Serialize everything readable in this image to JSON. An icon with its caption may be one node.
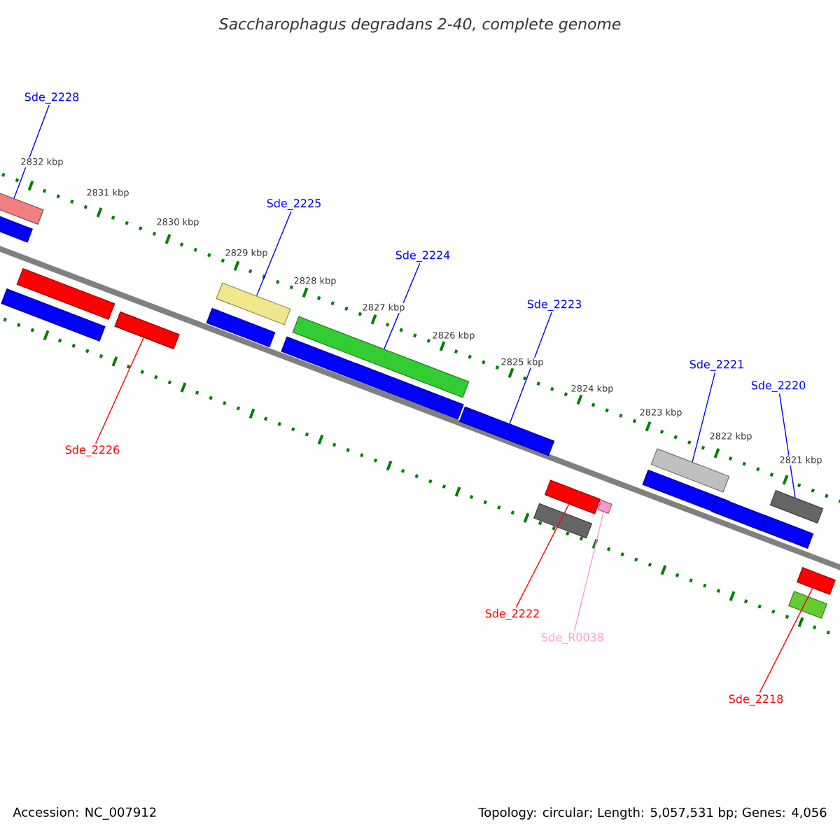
{
  "diagram": {
    "title": "Saccharophagus degradans 2-40, complete genome",
    "nodes": [
      {
        "text": [
          "Sde_2228"
        ]
      },
      {
        "text": [
          "Sde_2225"
        ]
      },
      {
        "text": [
          "Sde_2224"
        ]
      },
      {
        "text": [
          "Sde_2223"
        ]
      },
      {
        "text": [
          "Sde_2221"
        ]
      },
      {
        "text": [
          "Sde_2220"
        ]
      },
      {
        "text": [
          "Sde_2226"
        ]
      },
      {
        "text": [
          "Sde_2222"
        ]
      },
      {
        "text": [
          "Sde_R0038"
        ]
      },
      {
        "text": [
          "Sde_2218"
        ]
      },
      {
        "text": [],
        "shape": "bar"
      },
      {
        "text": [],
        "shape": "bar"
      },
      {
        "text": [],
        "shape": "bar"
      },
      {
        "text": [],
        "shape": "bar"
      },
      {
        "text": [],
        "shape": "bar"
      },
      {
        "text": [],
        "shape": "bar"
      },
      {
        "text": [],
        "shape": "bar"
      },
      {
        "text": [],
        "shape": "bar"
      },
      {
        "text": [],
        "shape": "bar"
      },
      {
        "text": [],
        "shape": "bar"
      },
      {
        "text": [],
        "shape": "bar"
      },
      {
        "text": [],
        "shape": "bar"
      },
      {
        "text": [],
        "shape": "bar"
      },
      {
        "text": [],
        "shape": "bar"
      },
      {
        "text": [],
        "shape": "bar"
      },
      {
        "text": [],
        "shape": "bar"
      },
      {
        "text": [],
        "shape": "bar"
      },
      {
        "text": [],
        "shape": "bar"
      },
      {
        "text": [],
        "shape": "bar"
      },
      {
        "text": [],
        "shape": "bar"
      }
    ],
    "edges": [
      {
        "from": 0,
        "to": 10,
        "arrow": "none"
      },
      {
        "from": 1,
        "to": 16,
        "arrow": "none"
      },
      {
        "from": 2,
        "to": 18,
        "arrow": "none"
      },
      {
        "from": 3,
        "to": 19,
        "arrow": "none"
      },
      {
        "from": 4,
        "to": 24,
        "arrow": "none"
      },
      {
        "from": 5,
        "to": 27,
        "arrow": "none"
      },
      {
        "from": 6,
        "to": 14,
        "arrow": "none",
        "color": "#ff0000"
      },
      {
        "from": 7,
        "to": 21,
        "arrow": "none",
        "color": "#ff0000"
      },
      {
        "from": 8,
        "to": 22,
        "arrow": "none",
        "color": "#ff99cc"
      },
      {
        "from": 9,
        "to": 29,
        "arrow": "none",
        "color": "#ff0000"
      }
    ],
    "labels": [
      "2832 kbp",
      "2831 kbp",
      "2830 kbp",
      "2829 kbp",
      "2828 kbp",
      "2827 kbp",
      "2826 kbp",
      "2825 kbp",
      "2824 kbp",
      "2823 kbp",
      "2822 kbp",
      "2821 kbp",
      "Accession: NC_007912",
      "Topology: circular; Length: 5,057,531 bp; Genes: 4,056"
    ]
  }
}
